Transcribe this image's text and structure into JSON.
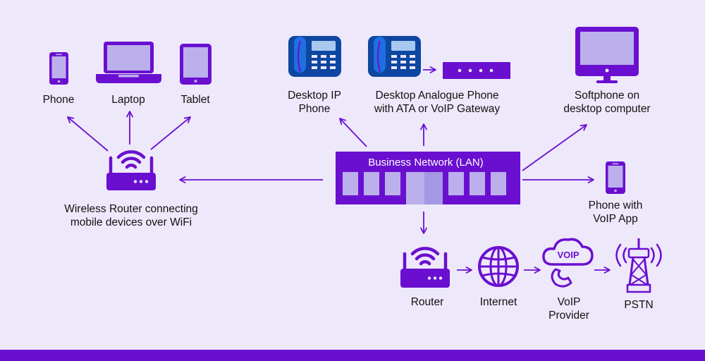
{
  "colors": {
    "accent": "#6a0fd0",
    "dark_blue": "#0d47a1",
    "light_purple": "#bcb0ec",
    "background": "#eee8fb"
  },
  "labels": {
    "phone": "Phone",
    "laptop": "Laptop",
    "tablet": "Tablet",
    "desktop_ip_line1": "Desktop IP",
    "desktop_ip_line2": "Phone",
    "analogue_line1": "Desktop Analogue Phone",
    "analogue_line2": "with ATA or VoIP Gateway",
    "softphone_line1": "Softphone on",
    "softphone_line2": "desktop computer",
    "phone_app_line1": "Phone with",
    "phone_app_line2": "VoIP App",
    "wireless_line1": "Wireless Router connecting",
    "wireless_line2": "mobile devices over WiFi",
    "router": "Router",
    "internet": "Internet",
    "voip_provider_line1": "VoIP",
    "voip_provider_line2": "Provider",
    "pstn": "PSTN"
  },
  "lan": {
    "title": "Business Network (LAN)"
  },
  "cloud_text": "VOIP",
  "icons": {
    "phone": "smartphone-icon",
    "laptop": "laptop-icon",
    "tablet": "tablet-icon",
    "ip_phone": "desk-phone-icon",
    "analogue_phone": "desk-phone-icon",
    "ata": "gateway-box-icon",
    "desktop": "monitor-icon",
    "phone_app": "smartphone-icon",
    "wifi_router": "wifi-router-icon",
    "router": "wifi-router-icon",
    "internet": "globe-icon",
    "voip_provider": "voip-cloud-icon",
    "pstn": "cell-tower-icon"
  }
}
